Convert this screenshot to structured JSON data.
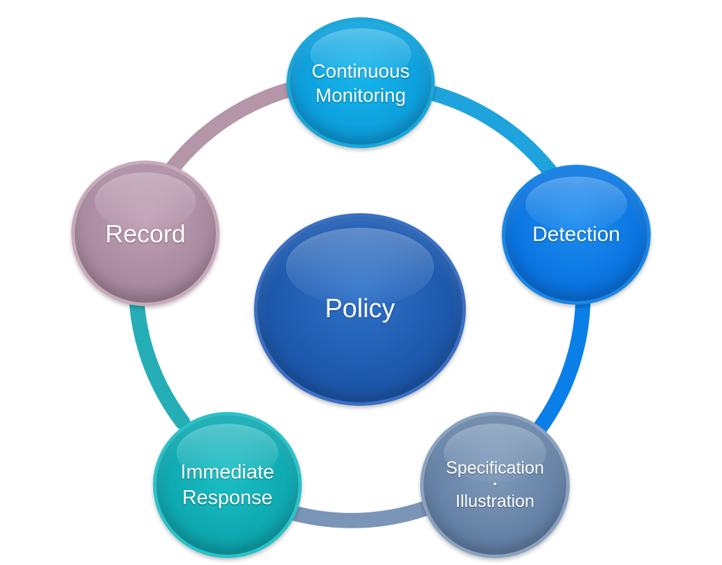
{
  "diagram": {
    "center": {
      "label": "Policy"
    },
    "cycle": [
      {
        "id": "monitoring",
        "lines": [
          "Continuous",
          "Monitoring"
        ],
        "color": "#0d9fdc"
      },
      {
        "id": "detection",
        "lines": [
          "Detection"
        ],
        "color": "#0a74e0"
      },
      {
        "id": "specification",
        "lines": [
          "Specification",
          "・",
          "Illustration"
        ],
        "color": "#6582a6"
      },
      {
        "id": "response",
        "lines": [
          "Immediate",
          "Response"
        ],
        "color": "#0ea8b0"
      },
      {
        "id": "record",
        "lines": [
          "Record"
        ],
        "color": "#a98aa0"
      }
    ],
    "connector_colors": {
      "monitoring_to_detection": "#1ea3dd",
      "detection_to_specification": "#0a7fe8",
      "specification_to_response": "#7a95b6",
      "response_to_record": "#26aeb6",
      "record_to_monitoring": "#b496a8"
    }
  }
}
